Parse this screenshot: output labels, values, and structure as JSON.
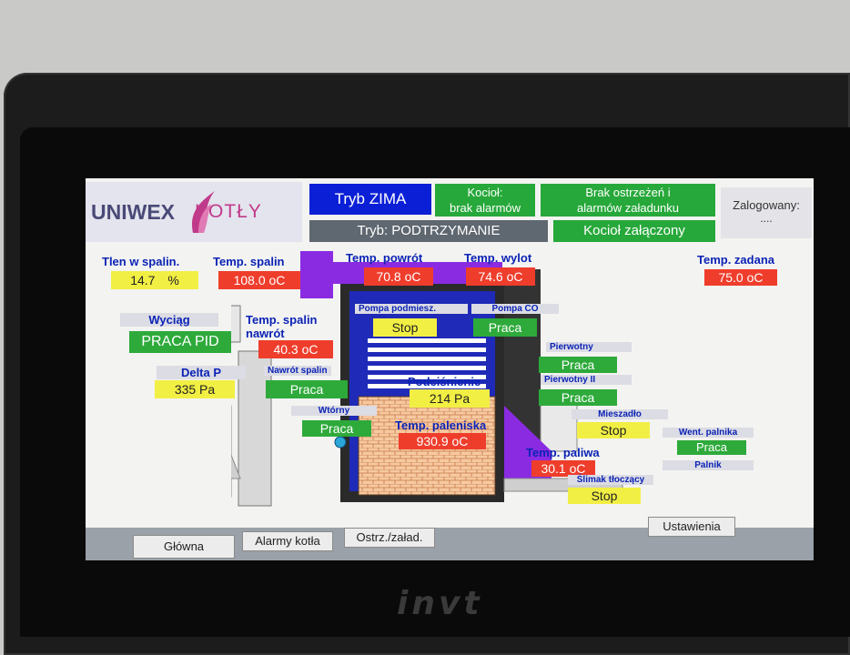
{
  "logo": {
    "brand_a": "UNIWEX",
    "brand_b": "KOTŁY"
  },
  "header": {
    "mode": "Tryb ZIMA",
    "state": "Tryb: PODTRZYMANIE",
    "boiler_l1": "Kocioł:",
    "boiler_l2": "brak alarmów",
    "warn_l1": "Brak ostrzeżeń i",
    "warn_l2": "alarmów załadunku",
    "boiler_on": "Kocioł załączony",
    "login_label": "Zalogowany:",
    "login_user": "...."
  },
  "params": {
    "oxygen": {
      "label": "Tlen w spalin.",
      "value": "14.7",
      "unit": "%"
    },
    "flue_temp": {
      "label": "Temp. spalin",
      "value": "108.0 oC"
    },
    "return_temp": {
      "label": "Temp. powrót",
      "value": "70.8 oC"
    },
    "outlet_temp": {
      "label": "Temp. wylot",
      "value": "74.6 oC"
    },
    "set_temp": {
      "label": "Temp. zadana",
      "value": "75.0 oC"
    },
    "exhaust": {
      "label": "Wyciąg",
      "value": "PRACA PID"
    },
    "flue_return_temp": {
      "label_l1": "Temp. spalin",
      "label_l2": "nawrót",
      "value": "40.3 oC"
    },
    "delta_p": {
      "label": "Delta P",
      "value": "335 Pa"
    },
    "flue_return": {
      "label": "Nawrót spalin",
      "value": "Praca"
    },
    "mix_pump": {
      "label": "Pompa podmiesz.",
      "value": "Stop"
    },
    "co_pump": {
      "label": "Pompa CO",
      "value": "Praca"
    },
    "primary": {
      "label": "Pierwotny",
      "value": "Praca"
    },
    "primary2": {
      "label": "Pierwotny II",
      "value": "Praca"
    },
    "underpressure": {
      "label": "Podciśnienie",
      "value": "214 Pa"
    },
    "secondary": {
      "label": "Wtórny",
      "value": "Praca"
    },
    "furnace_temp": {
      "label": "Temp. paleniska",
      "value": "930.9 oC"
    },
    "mixer": {
      "label": "Mieszadło",
      "value": "Stop"
    },
    "fuel_temp": {
      "label": "Temp. paliwa",
      "value": "30.1 oC"
    },
    "auger": {
      "label": "Ślimak tłoczący",
      "value": "Stop"
    },
    "burner_fan": {
      "label": "Went. palnika",
      "value": "Praca"
    },
    "burner": {
      "label": "Palnik"
    }
  },
  "nav": {
    "main": "Główna",
    "alarms": "Alarmy kotła",
    "warnings": "Ostrz./załad.",
    "settings": "Ustawienia"
  },
  "device_brand": "invt",
  "colors": {
    "blue": "#0b1fd6",
    "green": "#27a83a",
    "red": "#ef3d2c",
    "yellow": "#f2ef44",
    "label_blue": "#0b23b5",
    "purple": "#8a2be2"
  }
}
